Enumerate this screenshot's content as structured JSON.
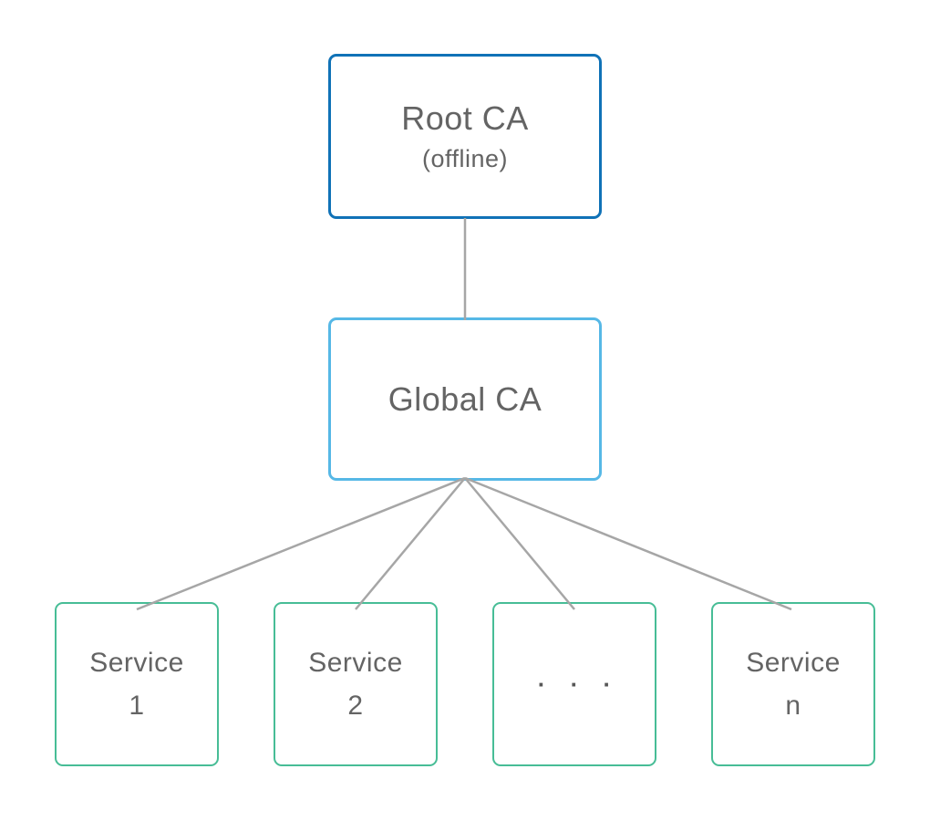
{
  "colors": {
    "root_ca_border": "#1072b7",
    "global_ca_border": "#56b8e6",
    "service_border": "#47bd96",
    "connector": "#a6a6a6",
    "text": "#646464"
  },
  "nodes": {
    "root_ca": {
      "title": "Root CA",
      "subtitle": "(offline)"
    },
    "global_ca": {
      "title": "Global CA"
    },
    "service_1": {
      "line1": "Service",
      "line2": "1"
    },
    "service_2": {
      "line1": "Service",
      "line2": "2"
    },
    "ellipsis": {
      "label": "· · ·"
    },
    "service_n": {
      "line1": "Service",
      "line2": "n"
    }
  }
}
